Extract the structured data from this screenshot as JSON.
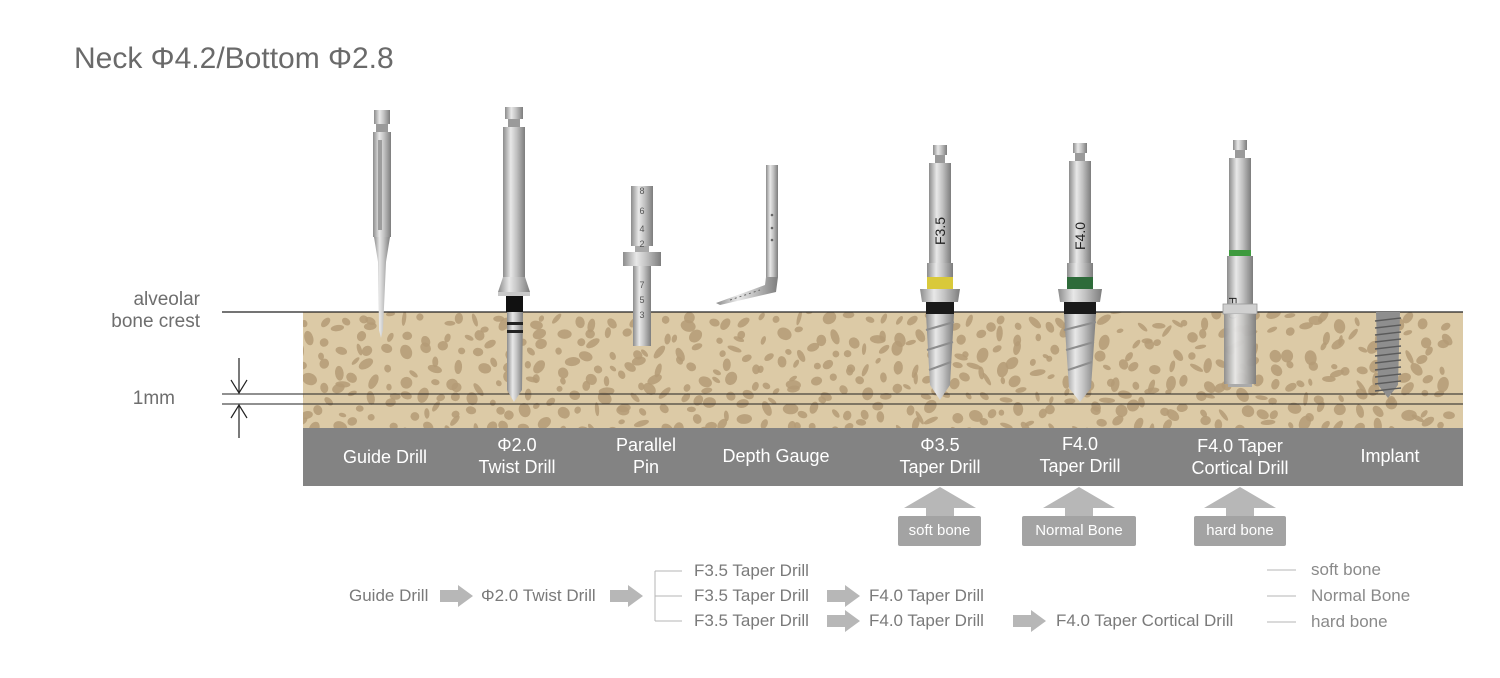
{
  "title": "Neck Φ4.2/Bottom Φ2.8",
  "side_labels": {
    "crest_line1": "alveolar",
    "crest_line2": "bone crest",
    "depth": "1mm"
  },
  "steps": [
    {
      "line1": "Guide Drill",
      "line2": ""
    },
    {
      "line1": "Φ2.0",
      "line2": "Twist Drill"
    },
    {
      "line1": "Parallel",
      "line2": "Pin"
    },
    {
      "line1": "Depth Gauge",
      "line2": ""
    },
    {
      "line1": "Φ3.5",
      "line2": "Taper Drill"
    },
    {
      "line1": "F4.0",
      "line2": "Taper Drill"
    },
    {
      "line1": "F4.0 Taper",
      "line2": "Cortical Drill"
    },
    {
      "line1": "Implant",
      "line2": ""
    }
  ],
  "instrument_marks": {
    "pin_marks": [
      "8",
      "6",
      "4",
      "2",
      "7",
      "5",
      "3"
    ],
    "drill_35": "F3.5",
    "drill_40": "F4.0",
    "cortical": "F4.0"
  },
  "bone_tags": [
    "soft bone",
    "Normal Bone",
    "hard bone"
  ],
  "colors": {
    "bar": "#838383",
    "bone": "#dccaa6",
    "bone_holes": "#b49b76",
    "arrow": "#b7b7b7",
    "collar_yellow": "#d9c93a",
    "collar_green": "#2e6b3a",
    "collar_green_light": "#3e9a3e"
  },
  "flow": {
    "start": [
      "Guide Drill",
      "Φ2.0 Twist Drill"
    ],
    "row1": [
      "F3.5 Taper Drill"
    ],
    "row2": [
      "F3.5 Taper Drill",
      "F4.0 Taper Drill"
    ],
    "row3": [
      "F3.5 Taper Drill",
      "F4.0 Taper Drill",
      "F4.0 Taper Cortical Drill"
    ]
  },
  "legend": [
    "soft bone",
    "Normal Bone",
    "hard bone"
  ]
}
